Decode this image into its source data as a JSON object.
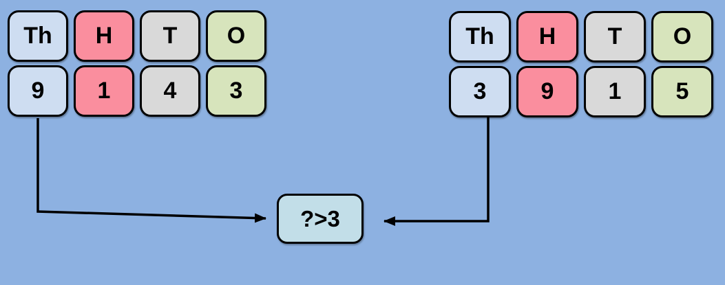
{
  "canvas": {
    "background_color": "#8DB1E1",
    "line_color": "#000000"
  },
  "column_colors": {
    "thousands": "#CEDDF1",
    "hundreds": "#FA8E9E",
    "tens": "#D9D9D9",
    "ones": "#D7E4BC"
  },
  "left_number": {
    "headers": [
      {
        "label": "Th",
        "color": "#CEDDF1"
      },
      {
        "label": "H",
        "color": "#FA8E9E"
      },
      {
        "label": "T",
        "color": "#D9D9D9"
      },
      {
        "label": "O",
        "color": "#D7E4BC"
      }
    ],
    "digits": [
      {
        "label": "9",
        "color": "#CEDDF1"
      },
      {
        "label": "1",
        "color": "#FA8E9E"
      },
      {
        "label": "4",
        "color": "#D9D9D9"
      },
      {
        "label": "3",
        "color": "#D7E4BC"
      }
    ]
  },
  "right_number": {
    "headers": [
      {
        "label": "Th",
        "color": "#CEDDF1"
      },
      {
        "label": "H",
        "color": "#FA8E9E"
      },
      {
        "label": "T",
        "color": "#D9D9D9"
      },
      {
        "label": "O",
        "color": "#D7E4BC"
      }
    ],
    "digits": [
      {
        "label": "3",
        "color": "#CEDDF1"
      },
      {
        "label": "9",
        "color": "#FA8E9E"
      },
      {
        "label": "1",
        "color": "#D9D9D9"
      },
      {
        "label": "5",
        "color": "#D7E4BC"
      }
    ]
  },
  "comparison_box": {
    "label": "?>3",
    "color": "#C2DEE8"
  }
}
